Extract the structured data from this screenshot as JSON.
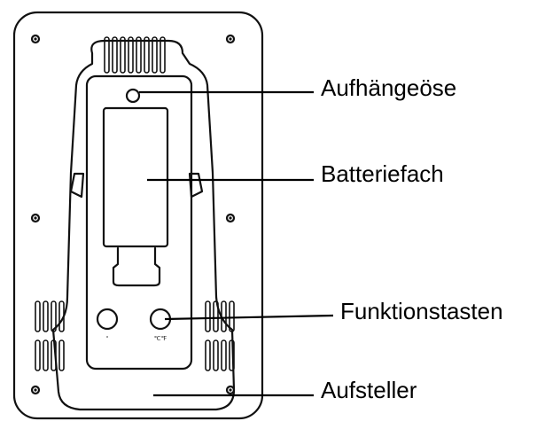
{
  "diagram": {
    "labels": [
      {
        "id": "eyelet",
        "text": "Aufhängeöse"
      },
      {
        "id": "battery",
        "text": "Batteriefach"
      },
      {
        "id": "buttons",
        "text": "Funktionstasten"
      },
      {
        "id": "stand",
        "text": "Aufsteller"
      }
    ],
    "button_marks": [
      "°",
      "℃℉"
    ]
  }
}
